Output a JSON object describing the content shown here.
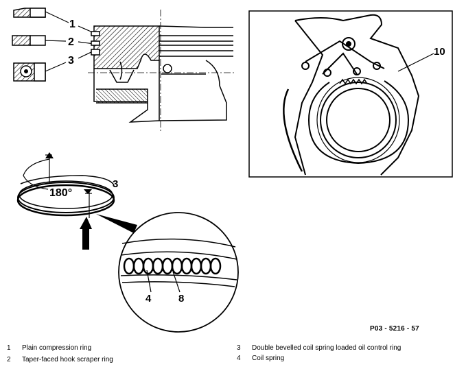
{
  "callouts": {
    "c1": "1",
    "c2": "2",
    "c3": "3",
    "c3b": "3",
    "c4": "4",
    "c8": "8",
    "c10": "10",
    "angle": "180°"
  },
  "figure_code": "P03 - 5216 - 57",
  "legend": [
    {
      "num": "1",
      "text": "Plain compression ring"
    },
    {
      "num": "2",
      "text": "Taper-faced hook scraper ring"
    },
    {
      "num": "3",
      "text": "Double bevelled coil spring loaded oil control ring"
    },
    {
      "num": "4",
      "text": "Coil spring"
    }
  ]
}
